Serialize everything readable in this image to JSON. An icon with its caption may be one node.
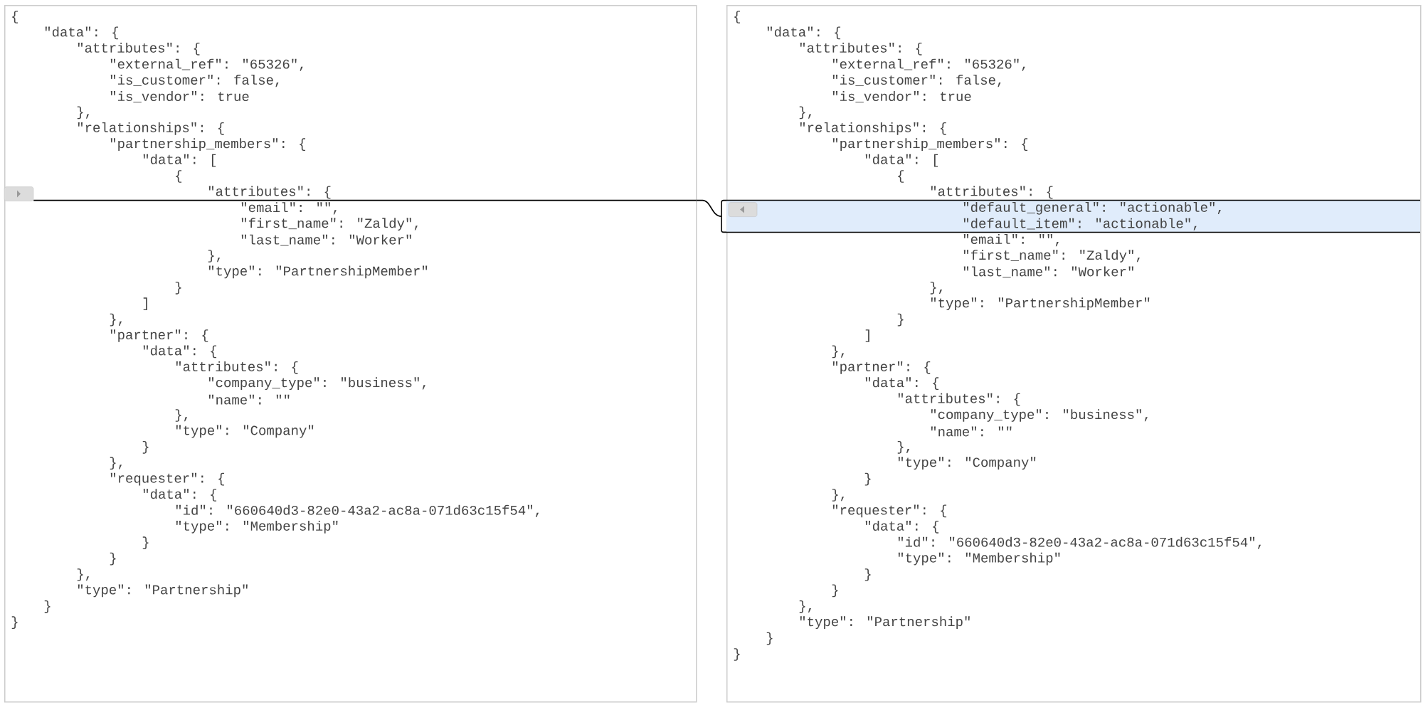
{
  "diagram": {
    "nodes": [
      {
        "text": [
          "{",
          "\"data\": {",
          "\"attributes\": {",
          "\"external_ref\": \"65326\",",
          "\"is_customer\": false,",
          "\"is_vendor\": true",
          "},",
          "\"relationships\": {",
          "\"partnership_members\": {",
          "\"data\": [",
          "{",
          "\"attributes\": {",
          "\"email\": \"\",",
          "\"first_name\": \"Zaldy\",",
          "\"last_name\": \"Worker\"",
          "},",
          "\"type\": \"PartnershipMember\"",
          "}",
          "]",
          "},",
          "\"partner\": {",
          "\"data\": {",
          "\"attributes\": {",
          "\"company_type\": \"business\",",
          "\"name\": \"\"",
          "},",
          "\"type\": \"Company\"",
          "}",
          "},",
          "\"requester\": {",
          "\"data\": {",
          "\"id\": \"660640d3-82e0-43a2-ac8a-071d63c15f54\",",
          "\"type\": \"Membership\"",
          "}",
          "}",
          "},",
          "\"type\": \"Partnership\"",
          "}",
          "}"
        ]
      },
      {
        "text": [],
        "shape": "bar",
        "in": 0
      },
      {
        "text": [
          "{",
          "\"data\": {",
          "\"attributes\": {",
          "\"external_ref\": \"65326\",",
          "\"is_customer\": false,",
          "\"is_vendor\": true",
          "},",
          "\"relationships\": {",
          "\"partnership_members\": {",
          "\"data\": [",
          "{",
          "\"attributes\": {",
          "\"email\": \"\",",
          "\"first_name\": \"Zaldy\",",
          "\"last_name\": \"Worker\"",
          "},",
          "\"type\": \"PartnershipMember\"",
          "}",
          "]",
          "},",
          "\"partner\": {",
          "\"data\": {",
          "\"attributes\": {",
          "\"company_type\": \"business\",",
          "\"name\": \"\"",
          "},",
          "\"type\": \"Company\"",
          "}",
          "},",
          "\"requester\": {",
          "\"data\": {",
          "\"id\": \"660640d3-82e0-43a2-ac8a-071d63c15f54\",",
          "\"type\": \"Membership\"",
          "}",
          "}",
          "},",
          "\"type\": \"Partnership\"",
          "}",
          "}"
        ]
      },
      {
        "text": [
          "\"default_general\": \"actionable\",",
          "\"default_item\": \"actionable\","
        ],
        "in": 2
      }
    ],
    "edges": [
      {
        "from": 1,
        "to": 3,
        "arrow": "none"
      }
    ]
  }
}
